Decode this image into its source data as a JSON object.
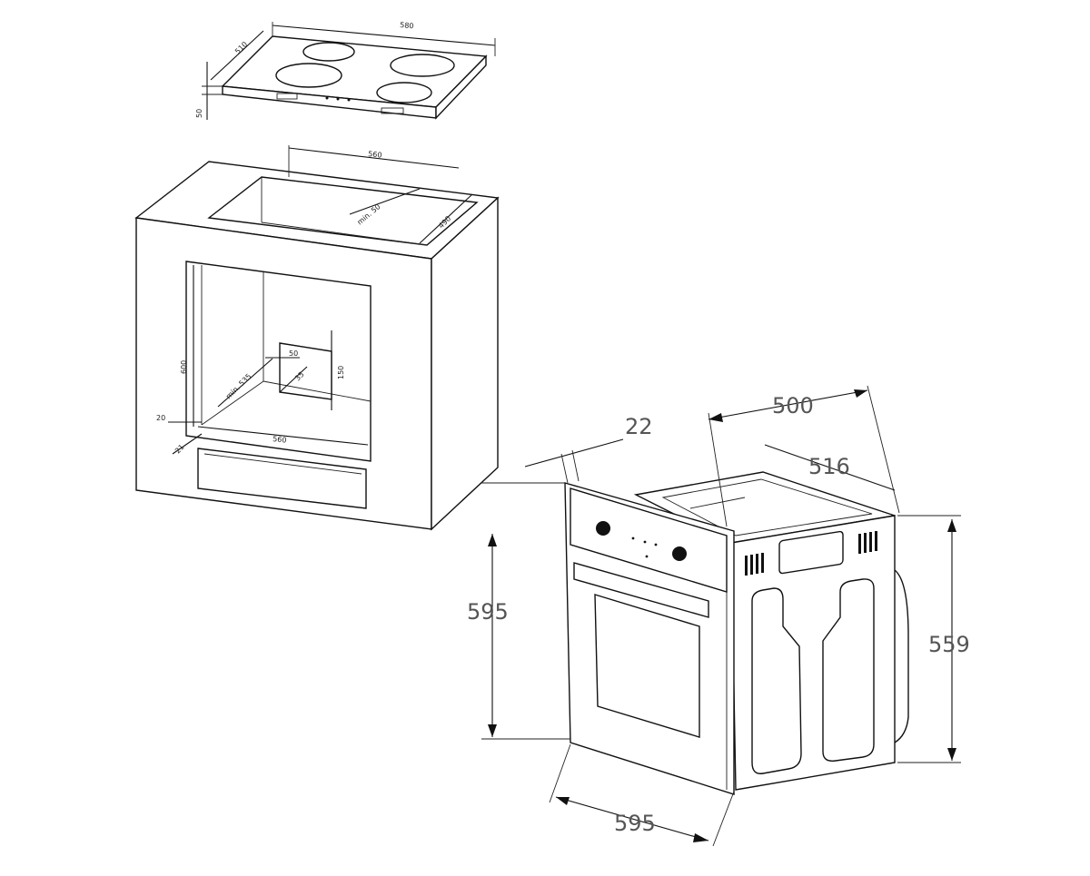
{
  "hob": {
    "dim_width": "580",
    "dim_depth": "510",
    "dim_height": "50"
  },
  "cabinet": {
    "top_width": "560",
    "top_min": "min. 50",
    "top_depth": "490",
    "height": "600",
    "min_depth": "min. 535",
    "vent_width": "50",
    "vent_offset": "35",
    "vent_height": "150",
    "bottom_width": "560",
    "gap_20": "20",
    "gap_21": "21"
  },
  "oven": {
    "panel_thickness": "22",
    "body_depth": "500",
    "body_depth_total": "516",
    "front_height": "595",
    "body_height": "559",
    "front_width": "595"
  }
}
